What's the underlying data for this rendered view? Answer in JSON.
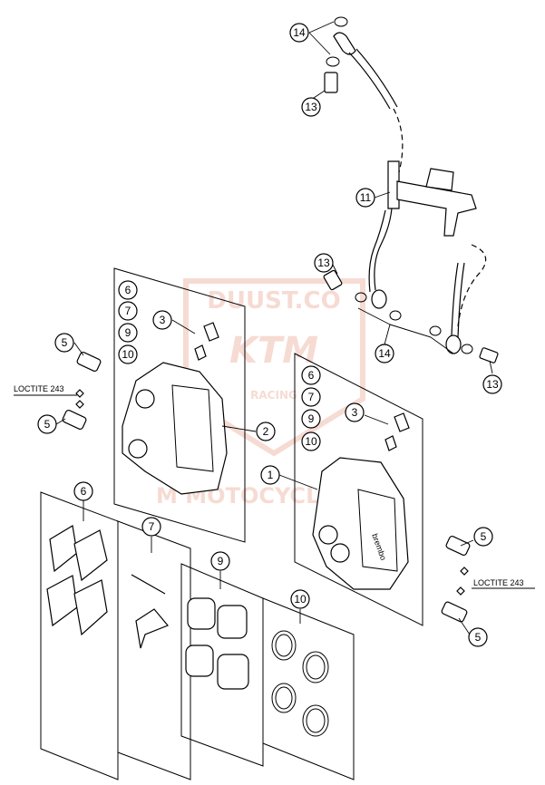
{
  "callouts": {
    "c14_top": "14",
    "c13_top": "13",
    "c11": "11",
    "c13_mid": "13",
    "c14_mid": "14",
    "c13_right": "13",
    "c6_left": "6",
    "c7_left": "7",
    "c9_left": "9",
    "c10_left": "10",
    "c3_left": "3",
    "c2": "2",
    "c5_left_top": "5",
    "c5_left_bottom": "5",
    "c6_right": "6",
    "c7_right": "7",
    "c9_right": "9",
    "c10_right": "10",
    "c3_right": "3",
    "c1": "1",
    "c6_bottom": "6",
    "c7_bottom": "7",
    "c9_bottom": "9",
    "c10_bottom": "10",
    "c5_right_top": "5",
    "c5_right_bottom": "5"
  },
  "labels": {
    "loctite_left": "LOCTITE 243",
    "loctite_right": "LOCTITE 243",
    "brand_on_caliper": "brembo"
  },
  "watermark": {
    "brand": "DUUST.CO",
    "logo": "KTM",
    "sub": "RACING",
    "lower": "M MOTOCYCLE S.L."
  },
  "colors": {
    "line": "#000000",
    "background": "#ffffff",
    "watermark": "#e89a84"
  }
}
